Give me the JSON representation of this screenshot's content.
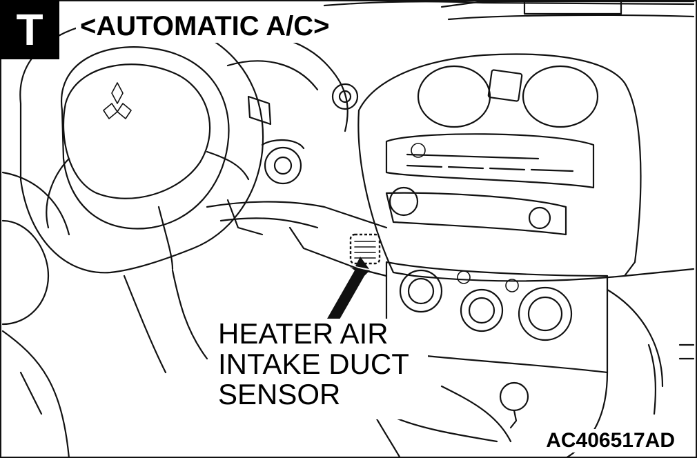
{
  "badge": {
    "letter": "T"
  },
  "header": {
    "title": "<AUTOMATIC A/C>"
  },
  "callout": {
    "lines": [
      "HEATER AIR",
      "INTAKE DUCT",
      "SENSOR"
    ]
  },
  "figure_code": "AC406517AD",
  "icons": {
    "arrow": "pointer-arrow-icon",
    "sensor": "sensor-grille-icon",
    "logo": "brand-logo-icon"
  }
}
